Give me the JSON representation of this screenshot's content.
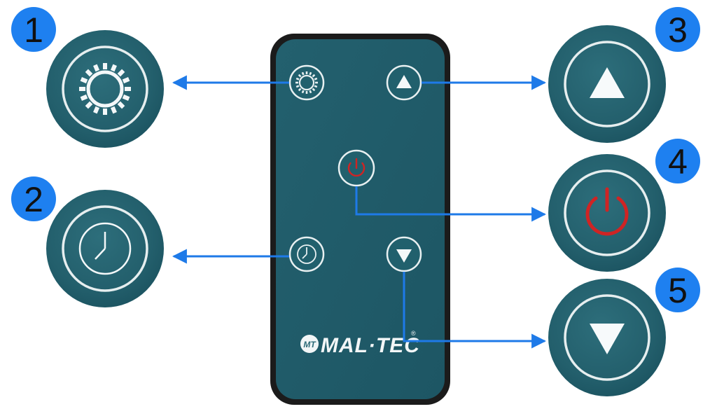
{
  "remote": {
    "brand": "MAL·TEC",
    "brand_mark": "MT",
    "registered": "®",
    "buttons": [
      {
        "id": "settings",
        "icon": "gear-icon"
      },
      {
        "id": "up",
        "icon": "triangle-up-icon"
      },
      {
        "id": "power",
        "icon": "power-icon"
      },
      {
        "id": "timer",
        "icon": "clock-icon"
      },
      {
        "id": "down",
        "icon": "triangle-down-icon"
      }
    ]
  },
  "callouts": [
    {
      "number": "1",
      "icon": "gear-icon"
    },
    {
      "number": "2",
      "icon": "clock-icon"
    },
    {
      "number": "3",
      "icon": "triangle-up-icon"
    },
    {
      "number": "4",
      "icon": "power-icon"
    },
    {
      "number": "5",
      "icon": "triangle-down-icon"
    }
  ],
  "colors": {
    "remote_body": "#1f5866",
    "remote_frame": "#1b1b1b",
    "badge": "#1e80f0",
    "arrow": "#1e7ae8",
    "icon_white": "#f4f8f9",
    "power_red": "#cf2424"
  }
}
